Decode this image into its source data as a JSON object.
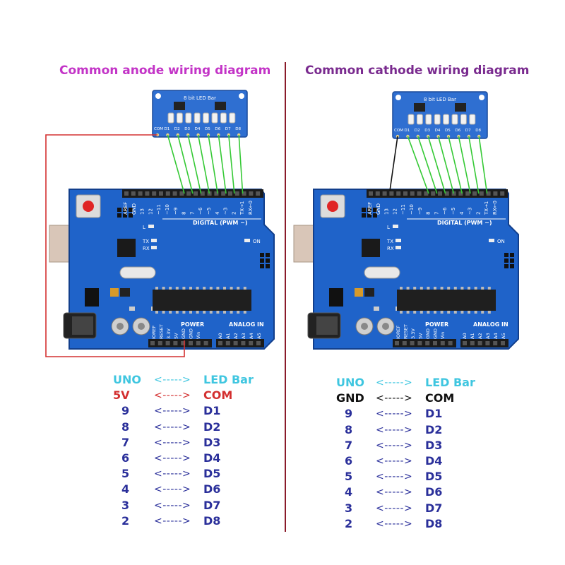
{
  "left": {
    "title": "Common anode wiring diagram",
    "title_color": "#c334c7",
    "mapping": [
      {
        "uno": "UNO",
        "arrow": "<-----> ",
        "led": "LED Bar",
        "color": "#3fc6e0"
      },
      {
        "uno": "5V",
        "arrow": "<-----> ",
        "led": "COM",
        "color": "#d32f2f"
      },
      {
        "uno": "9",
        "arrow": "<-----> ",
        "led": "D1",
        "color": "#2a2f9a"
      },
      {
        "uno": "8",
        "arrow": "<-----> ",
        "led": "D2",
        "color": "#2a2f9a"
      },
      {
        "uno": "7",
        "arrow": "<-----> ",
        "led": "D3",
        "color": "#2a2f9a"
      },
      {
        "uno": "6",
        "arrow": "<-----> ",
        "led": "D4",
        "color": "#2a2f9a"
      },
      {
        "uno": "5",
        "arrow": "<-----> ",
        "led": "D5",
        "color": "#2a2f9a"
      },
      {
        "uno": "4",
        "arrow": "<-----> ",
        "led": "D6",
        "color": "#2a2f9a"
      },
      {
        "uno": "3",
        "arrow": "<-----> ",
        "led": "D7",
        "color": "#2a2f9a"
      },
      {
        "uno": "2",
        "arrow": "<-----> ",
        "led": "D8",
        "color": "#2a2f9a"
      }
    ]
  },
  "right": {
    "title": "Common cathode wiring diagram",
    "title_color": "#7a2b8f",
    "mapping": [
      {
        "uno": "UNO",
        "arrow": "<-----> ",
        "led": "LED Bar",
        "color": "#3fc6e0"
      },
      {
        "uno": "GND",
        "arrow": "<-----> ",
        "led": "COM",
        "color": "#111111"
      },
      {
        "uno": "9",
        "arrow": "<-----> ",
        "led": "D1",
        "color": "#2a2f9a"
      },
      {
        "uno": "8",
        "arrow": "<-----> ",
        "led": "D2",
        "color": "#2a2f9a"
      },
      {
        "uno": "7",
        "arrow": "<-----> ",
        "led": "D3",
        "color": "#2a2f9a"
      },
      {
        "uno": "6",
        "arrow": "<-----> ",
        "led": "D4",
        "color": "#2a2f9a"
      },
      {
        "uno": "5",
        "arrow": "<-----> ",
        "led": "D5",
        "color": "#2a2f9a"
      },
      {
        "uno": "4",
        "arrow": "<-----> ",
        "led": "D6",
        "color": "#2a2f9a"
      },
      {
        "uno": "3",
        "arrow": "<-----> ",
        "led": "D7",
        "color": "#2a2f9a"
      },
      {
        "uno": "2",
        "arrow": "<-----> ",
        "led": "D8",
        "color": "#2a2f9a"
      }
    ]
  },
  "led_bar": {
    "label": "8 bit LED Bar",
    "pins": [
      "COM",
      "D1",
      "D2",
      "D3",
      "D4",
      "D5",
      "D6",
      "D7",
      "D8"
    ]
  },
  "board": {
    "digital_label": "DIGITAL (PWM ~)",
    "power_label": "POWER",
    "analog_label": "ANALOG IN",
    "on_label": "ON",
    "l_label": "L",
    "tx_label": "TX",
    "rx_label": "RX",
    "digital_pins": [
      "AREF",
      "GND",
      "13",
      "12",
      "~11",
      "~10",
      "~9",
      "8",
      "7",
      "~6",
      "~5",
      "4",
      "~3",
      "2",
      "TX→1",
      "RX←0"
    ],
    "power_pins": [
      "IOREF",
      "RESET",
      "3.3V",
      "5V",
      "GND",
      "GND",
      "Vin"
    ],
    "analog_pins": [
      "A0",
      "A1",
      "A2",
      "A3",
      "A4",
      "A5"
    ]
  },
  "colors": {
    "board": "#1f63c9",
    "board_dark": "#123f8c",
    "module": "#2f6fd1",
    "wire_signal": "#35c935",
    "wire_anode": "#d33030",
    "wire_cathode": "#111111",
    "divider": "#8a1b2a"
  }
}
